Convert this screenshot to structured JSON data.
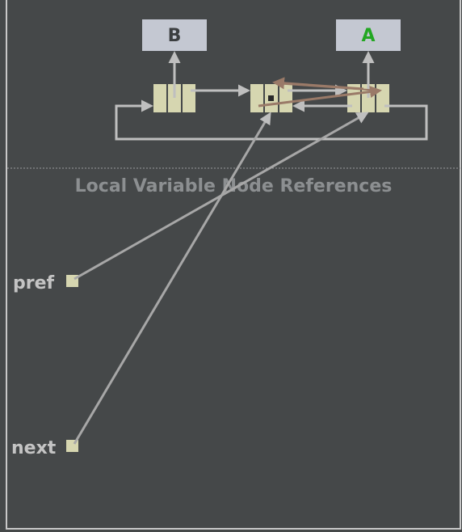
{
  "section_title": "Local Variable Node References",
  "nodes": {
    "b_label": "B",
    "a_label": "A"
  },
  "variables": {
    "pref": "pref",
    "next": "next"
  },
  "colors": {
    "background": "#454849",
    "frame": "#c8c8c8",
    "node_cell": "#d6d6b0",
    "label_box": "#c4c8d2",
    "label_b_text": "#3b3e40",
    "label_a_text": "#22a722",
    "arrow_gray": "#bfbfbf",
    "arrow_brown": "#9a7a68",
    "title_text": "#8c8f91",
    "var_text": "#c4c4c4"
  }
}
